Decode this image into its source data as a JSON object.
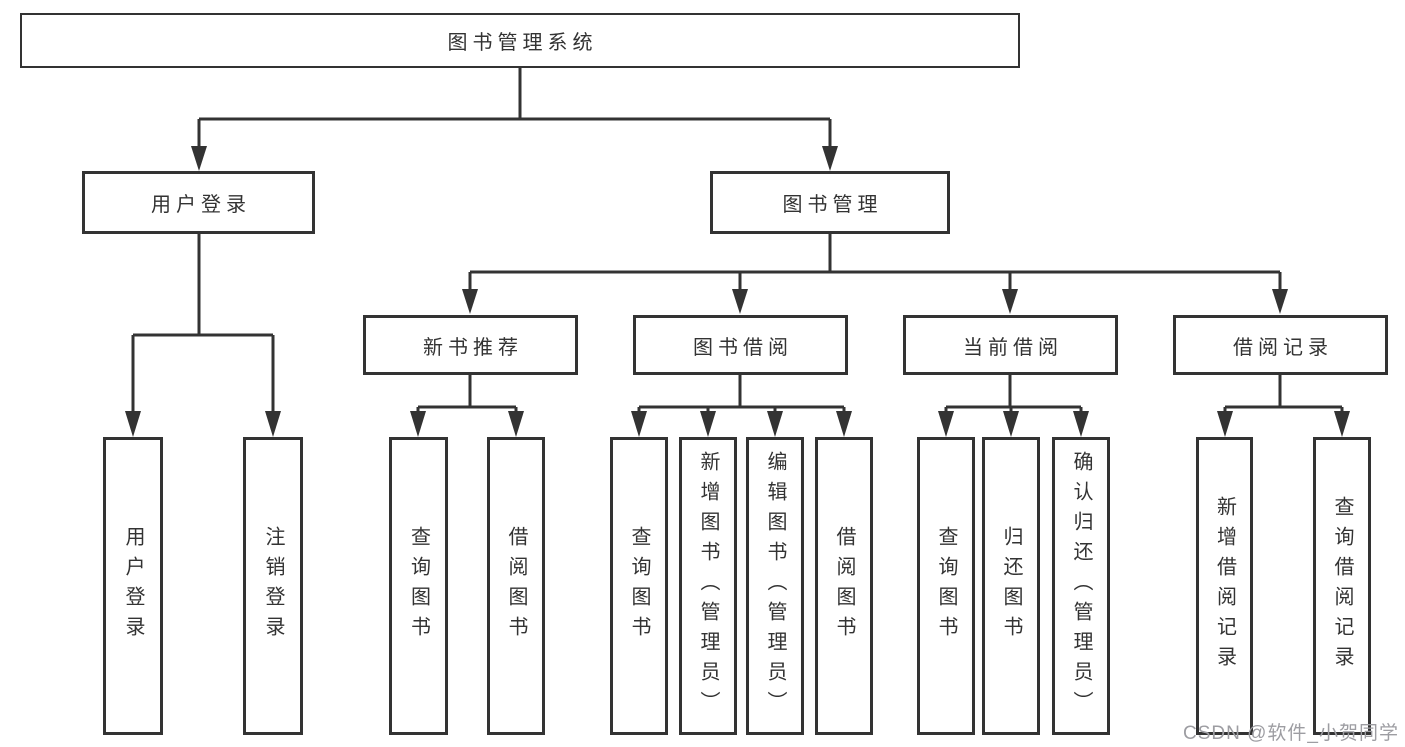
{
  "theme": {
    "line": "#333333",
    "text": "#333333",
    "wm": "#9d9da2",
    "bg": "#ffffff"
  },
  "tree": {
    "root": {
      "label": "图书管理系统"
    },
    "branches": [
      {
        "label": "用户登录",
        "children": [
          {
            "label": "用户登录"
          },
          {
            "label": "注销登录"
          }
        ]
      },
      {
        "label": "图书管理",
        "groups": [
          {
            "label": "新书推荐",
            "children": [
              {
                "label": "查询图书"
              },
              {
                "label": "借阅图书"
              }
            ]
          },
          {
            "label": "图书借阅",
            "children": [
              {
                "label": "查询图书"
              },
              {
                "label": "新增图书（管理员）"
              },
              {
                "label": "编辑图书（管理员）"
              },
              {
                "label": "借阅图书"
              }
            ]
          },
          {
            "label": "当前借阅",
            "children": [
              {
                "label": "查询图书"
              },
              {
                "label": "归还图书"
              },
              {
                "label": "确认归还（管理员）"
              }
            ]
          },
          {
            "label": "借阅记录",
            "children": [
              {
                "label": "新增借阅记录"
              },
              {
                "label": "查询借阅记录"
              }
            ]
          }
        ]
      }
    ]
  },
  "watermark": {
    "text": "CSDN @软件_小贺同学"
  }
}
